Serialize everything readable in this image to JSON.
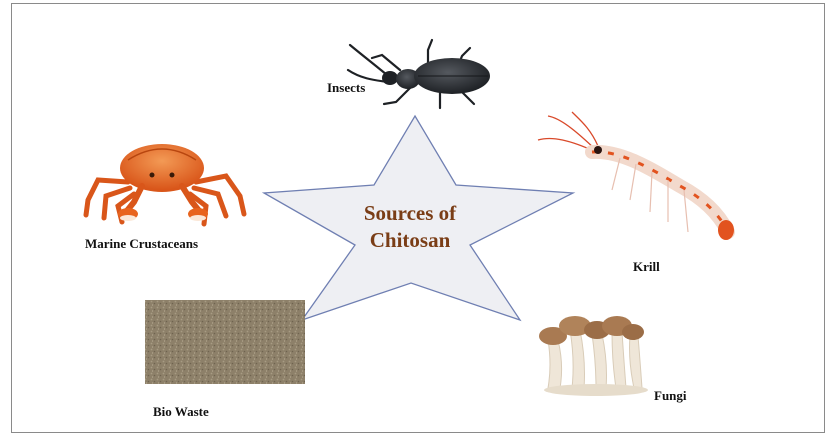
{
  "diagram": {
    "center": {
      "line1": "Sources of",
      "line2": "Chitosan"
    },
    "sources": {
      "insects": {
        "label": "Insects",
        "icon": "beetle-icon"
      },
      "crustaceans": {
        "label": "Marine Crustaceans",
        "icon": "crab-icon"
      },
      "krill": {
        "label": "Krill",
        "icon": "krill-icon"
      },
      "biowaste": {
        "label": "Bio Waste",
        "icon": "soil-texture-icon"
      },
      "fungi": {
        "label": "Fungi",
        "icon": "mushroom-icon"
      }
    },
    "colors": {
      "star_fill": "#eeeff3",
      "star_stroke": "#6f7fb2",
      "title": "#7a3d16",
      "crab": "#e8641e",
      "krill_body": "#f2d9cc",
      "krill_accent": "#e2531f",
      "beetle": "#2b2f34",
      "soil": "#8d8069",
      "mushroom_cap": "#a97a52",
      "mushroom_stem": "#efe6d8"
    }
  }
}
